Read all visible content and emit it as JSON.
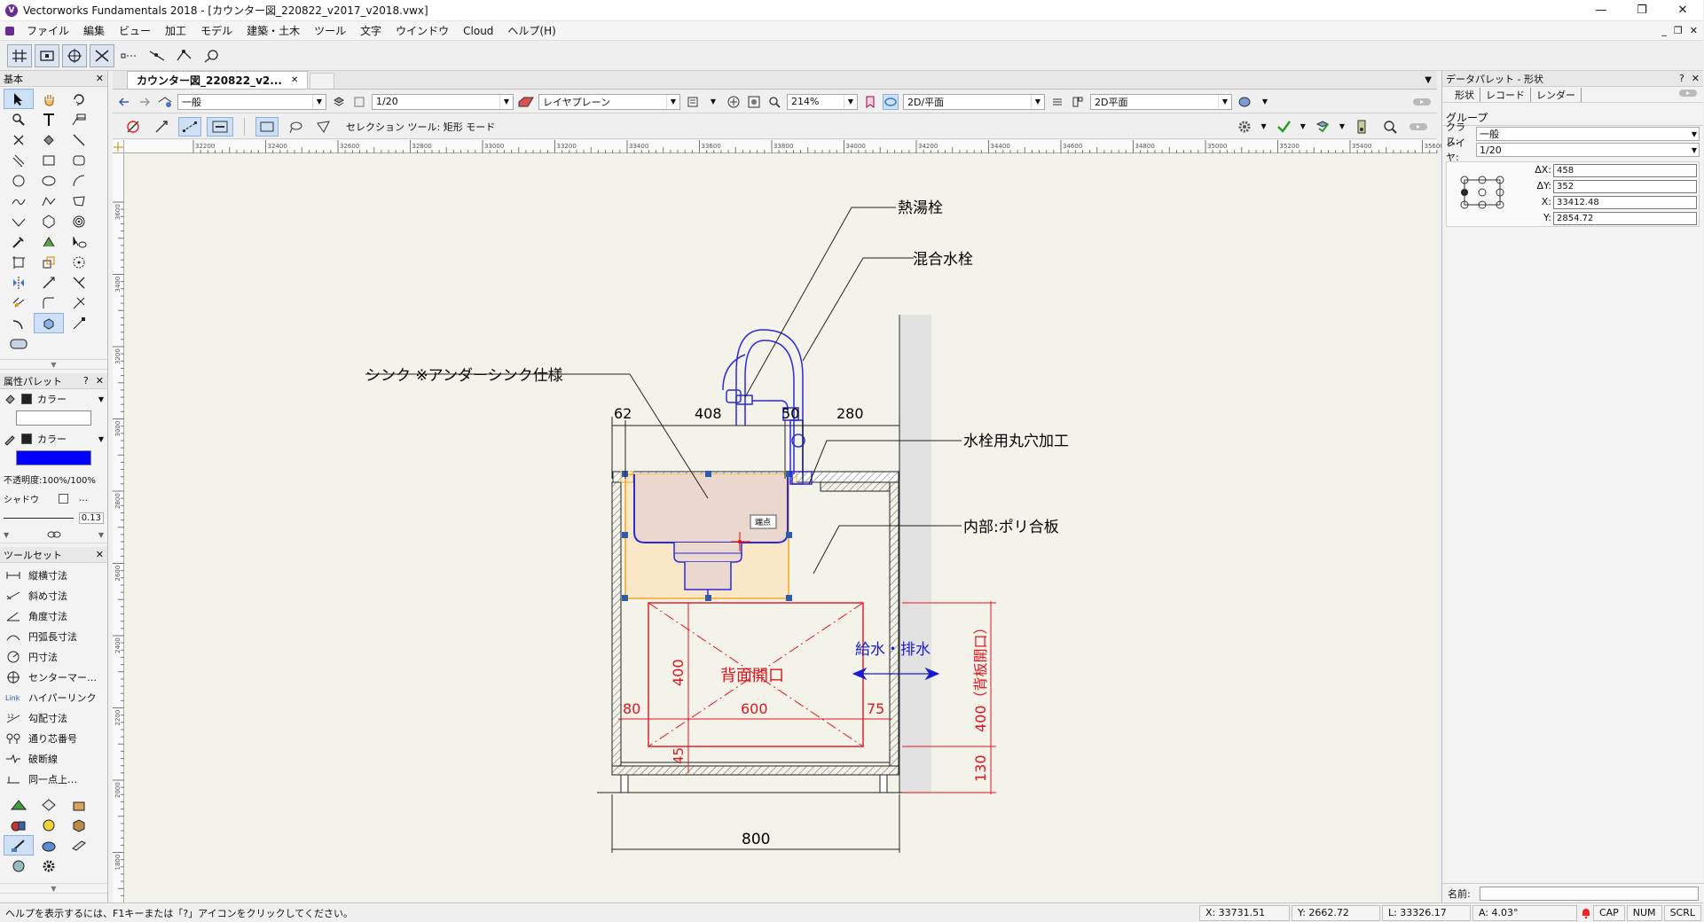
{
  "window": {
    "title": "Vectorworks Fundamentals 2018 - [カウンター図_220822_v2017_v2018.vwx]",
    "minimize": "—",
    "maximize": "❐",
    "close": "✕"
  },
  "menu": [
    "ファイル",
    "編集",
    "ビュー",
    "加工",
    "モデル",
    "建築・土木",
    "ツール",
    "文字",
    "ウインドウ",
    "Cloud",
    "ヘルプ(H)"
  ],
  "doc_controls": {
    "minimize": "_",
    "restore": "❐",
    "close": "✕"
  },
  "left_panel": {
    "basic_palette_title": "基本",
    "attr_palette_title": "属性パレット",
    "help": "?",
    "close": "✕",
    "fill_label": "カラー",
    "pen_label": "カラー",
    "opacity": "不透明度:100%/100%",
    "shadow": "シャドウ",
    "more": "…",
    "line_weight": "0.13",
    "toolset_title": "ツールセット",
    "toolset_items": [
      "縦横寸法",
      "斜め寸法",
      "角度寸法",
      "円弧長寸法",
      "円寸法",
      "センターマー…",
      "ハイパーリンク",
      "勾配寸法",
      "通り芯番号",
      "破断線",
      "同一点上…"
    ],
    "collapse": "▼"
  },
  "tabs": {
    "doc_tab": "カウンター図_220822_v2...",
    "close": "✕",
    "overflow": "▼"
  },
  "view_bar": {
    "class": "一般",
    "scale": "1/20",
    "layer_plane": "レイヤプレーン",
    "zoom": "214%",
    "view1": "2D/平面",
    "view2": "2D平面"
  },
  "mode_bar": {
    "text": "セレクション ツール: 矩形 モード"
  },
  "ruler": {
    "h_ticks": [
      "32200",
      "32400",
      "32600",
      "32800",
      "33000",
      "33200",
      "33400",
      "33600",
      "33800",
      "34000",
      "34200",
      "34400",
      "34600",
      "34800",
      "35000",
      "35200",
      "35400",
      "35600"
    ],
    "v_ticks": [
      "3600",
      "3400",
      "3200",
      "3000",
      "2800",
      "2600",
      "2400",
      "2200",
      "2000",
      "1800"
    ]
  },
  "drawing": {
    "labels": {
      "hot_water_tap": "熱湯栓",
      "mixing_tap": "混合水栓",
      "sink": "シンク ※アンダーシンク仕様",
      "tap_hole": "水栓用丸穴加工",
      "interior": "内部:ポリ合板",
      "back_opening": "背面開口",
      "supply_drain": "給水・排水",
      "back_opening_dim": "400（背板開口）",
      "corner_tag": "端点"
    },
    "dims": {
      "top_left": "62",
      "top_sink": "408",
      "top_mid": "50",
      "top_right": "280",
      "height_400": "400",
      "width_600": "600",
      "left_80": "80",
      "right_75": "75",
      "bottom_45": "45",
      "bottom_130": "130",
      "total_800": "800"
    },
    "colors": {
      "dim_red": "#e0141e",
      "selection_orange": "#f5a623",
      "sink_blue": "#2a2adc",
      "arrow_blue": "#1a1ad2"
    }
  },
  "data_palette": {
    "title": "データパレット - 形状",
    "help": "?",
    "close": "✕",
    "tabs": [
      "形状",
      "レコード",
      "レンダー"
    ],
    "object_type": "グループ",
    "class_label": "クラス:",
    "class_value": "一般",
    "layer_label": "レイヤ:",
    "layer_value": "1/20",
    "dx_label": "ΔX:",
    "dx": "458",
    "dy_label": "ΔY:",
    "dy": "352",
    "x_label": "X:",
    "x": "33412.48",
    "y_label": "Y:",
    "y": "2854.72",
    "name_label": "名前:"
  },
  "status": {
    "help": "ヘルプを表示するには、F1キーまたは「?」アイコンをクリックしてください。",
    "x": "X: 33731.51",
    "y": "Y: 2662.72",
    "l": "L: 33326.17",
    "a": "A: 4.03°",
    "cap": "CAP",
    "num": "NUM",
    "scrl": "SCRL"
  }
}
